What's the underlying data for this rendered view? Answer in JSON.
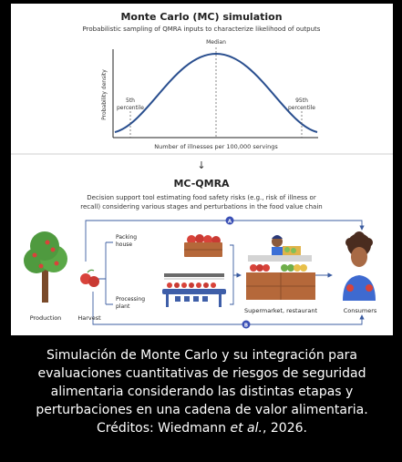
{
  "mc": {
    "title": "Monte Carlo (MC) simulation",
    "subtitle": "Probabilistic sampling of QMRA inputs to characterize likelihood of outputs",
    "ylabel": "Probability density",
    "xlabel": "Number of illnesses per 100,000 servings",
    "median_label": "Median",
    "p5_label": "5th",
    "p95_label": "95th",
    "percentile_word": "percentile"
  },
  "arrow": "↓",
  "qmra": {
    "title": "MC-QMRA",
    "desc_line1": "Decision support tool estimating food safety risks (e.g., risk of illness or",
    "desc_line2": "recall) considering various stages and perturbations in the food value chain"
  },
  "chain": {
    "badge_a": "A",
    "badge_b": "B",
    "production": "Production",
    "harvest": "Harvest",
    "packing_line1": "Packing",
    "packing_line2": "house",
    "processing_line1": "Processing",
    "processing_line2": "plant",
    "supermarket": "Supermarket, restaurant",
    "consumers": "Consumers"
  },
  "caption": {
    "before": "Simulación de Monte Carlo y su integración para evaluaciones cuantitativas de riesgos de seguridad alimentaria considerando las distintas etapas y perturbaciones en una cadena de valor alimentaria. Créditos: Wiedmann ",
    "italic": "et al.",
    "after": ", 2026."
  },
  "colors": {
    "curve": "#2a4f8f",
    "line": "#3b5ca0",
    "accent": "#3a4fb5",
    "apple": "#d8433a",
    "leaf": "#4f9a3f",
    "trunk": "#7a4a2a",
    "caption_bg": "#000000",
    "caption_fg": "#ffffff"
  }
}
